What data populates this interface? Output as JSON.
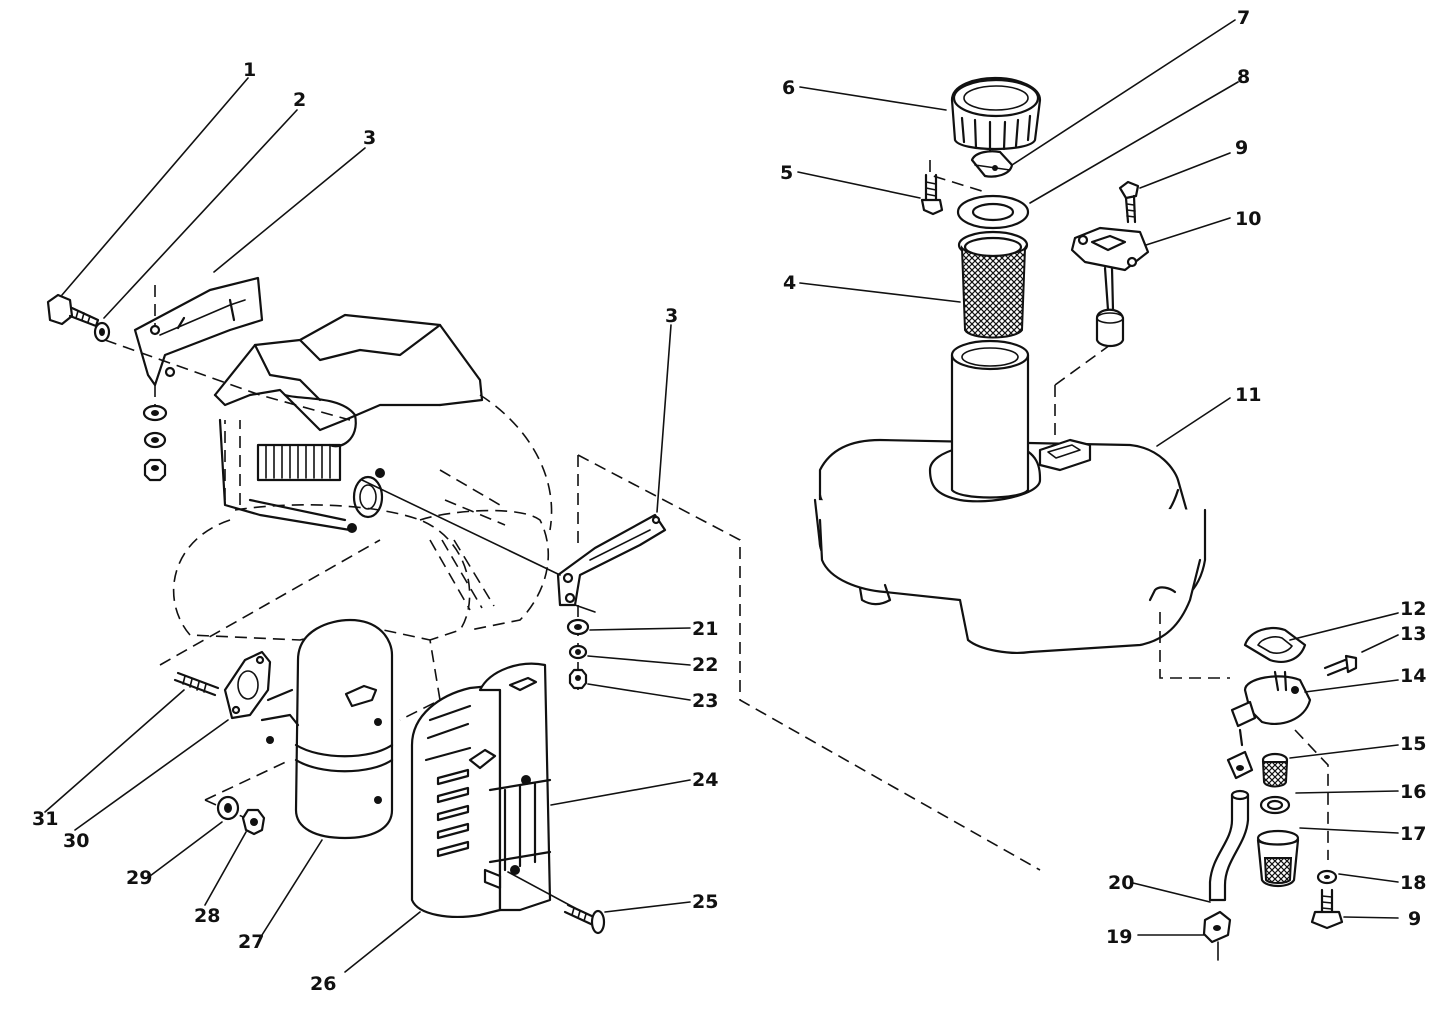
{
  "callouts": [
    {
      "id": "c1",
      "text": "1"
    },
    {
      "id": "c2",
      "text": "2"
    },
    {
      "id": "c3a",
      "text": "3"
    },
    {
      "id": "c3b",
      "text": "3"
    },
    {
      "id": "c4",
      "text": "4"
    },
    {
      "id": "c5",
      "text": "5"
    },
    {
      "id": "c6",
      "text": "6"
    },
    {
      "id": "c7",
      "text": "7"
    },
    {
      "id": "c8",
      "text": "8"
    },
    {
      "id": "c9a",
      "text": "9"
    },
    {
      "id": "c9b",
      "text": "9"
    },
    {
      "id": "c10",
      "text": "10"
    },
    {
      "id": "c11",
      "text": "11"
    },
    {
      "id": "c12",
      "text": "12"
    },
    {
      "id": "c13",
      "text": "13"
    },
    {
      "id": "c14",
      "text": "14"
    },
    {
      "id": "c15",
      "text": "15"
    },
    {
      "id": "c16",
      "text": "16"
    },
    {
      "id": "c17",
      "text": "17"
    },
    {
      "id": "c18",
      "text": "18"
    },
    {
      "id": "c19",
      "text": "19"
    },
    {
      "id": "c20",
      "text": "20"
    },
    {
      "id": "c21",
      "text": "21"
    },
    {
      "id": "c22",
      "text": "22"
    },
    {
      "id": "c23",
      "text": "23"
    },
    {
      "id": "c24",
      "text": "24"
    },
    {
      "id": "c25",
      "text": "25"
    },
    {
      "id": "c26",
      "text": "26"
    },
    {
      "id": "c27",
      "text": "27"
    },
    {
      "id": "c28",
      "text": "28"
    },
    {
      "id": "c29",
      "text": "29"
    },
    {
      "id": "c30",
      "text": "30"
    },
    {
      "id": "c31",
      "text": "31"
    }
  ]
}
